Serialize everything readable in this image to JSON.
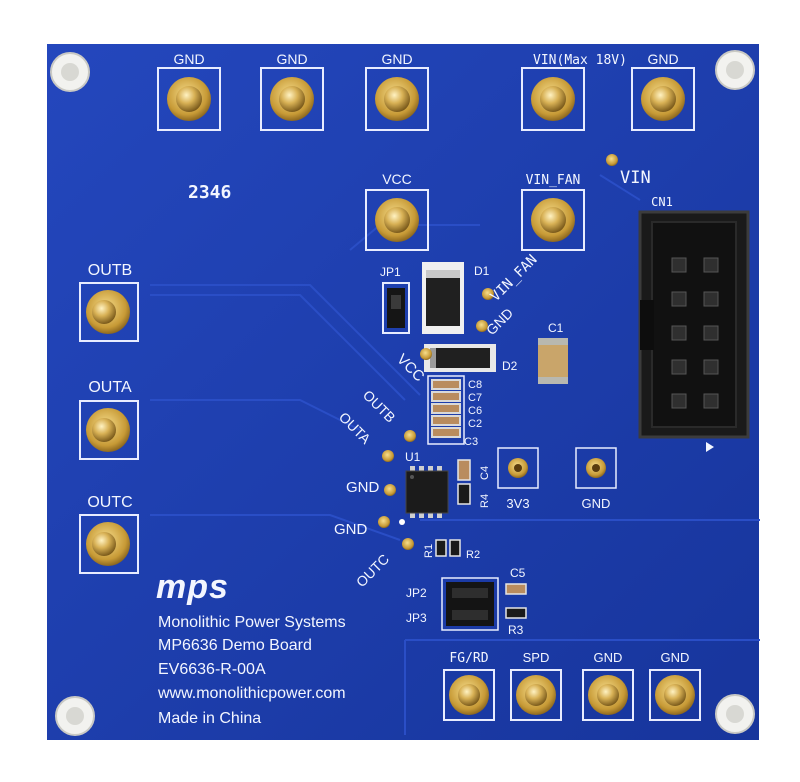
{
  "board": {
    "board_number": "2346",
    "logo_text": "mps",
    "company": "Monolithic Power Systems",
    "product": "MP6636 Demo Board",
    "part_number": "EV6636-R-00A",
    "website": "www.monolithicpower.com",
    "origin": "Made in China"
  },
  "top_terminals": {
    "gnd1": "GND",
    "gnd2": "GND",
    "gnd3": "GND",
    "vin_max": "VIN(Max 18V)",
    "gnd4": "GND"
  },
  "mid_terminals": {
    "vcc": "VCC",
    "vin_fan": "VIN_FAN",
    "vin_pad": "VIN"
  },
  "left_terminals": {
    "outb": "OUTB",
    "outa": "OUTA",
    "outc": "OUTC"
  },
  "bottom_terminals": {
    "fg_rd": "FG/RD",
    "spd": "SPD",
    "gnd5": "GND",
    "gnd6": "GND"
  },
  "test_points": {
    "tp_3v3": "3V3",
    "tp_gnd": "GND"
  },
  "diag_pads": {
    "vin_fan": "VIN_FAN",
    "gnd_a": "GND",
    "vcc": "VCC",
    "outb": "OUTB",
    "outa": "OUTA",
    "gnd_b": "GND",
    "gnd_c": "GND",
    "outc": "OUTC"
  },
  "refdes": {
    "cn1": "CN1",
    "jp1": "JP1",
    "d1": "D1",
    "d2": "D2",
    "c1": "C1",
    "c8": "C8",
    "c7": "C7",
    "c6": "C6",
    "c2": "C2",
    "c3": "C3",
    "u1": "U1",
    "c4": "C4",
    "r4": "R4",
    "r1": "R1",
    "r2": "R2",
    "c5": "C5",
    "jp2": "JP2",
    "jp3": "JP3",
    "r3": "R3"
  },
  "colors": {
    "pcb_blue": "#1d3fb0",
    "silkscreen": "#f3f6ff",
    "gold": "#c9a24a",
    "copper_pad": "#b8892c"
  }
}
